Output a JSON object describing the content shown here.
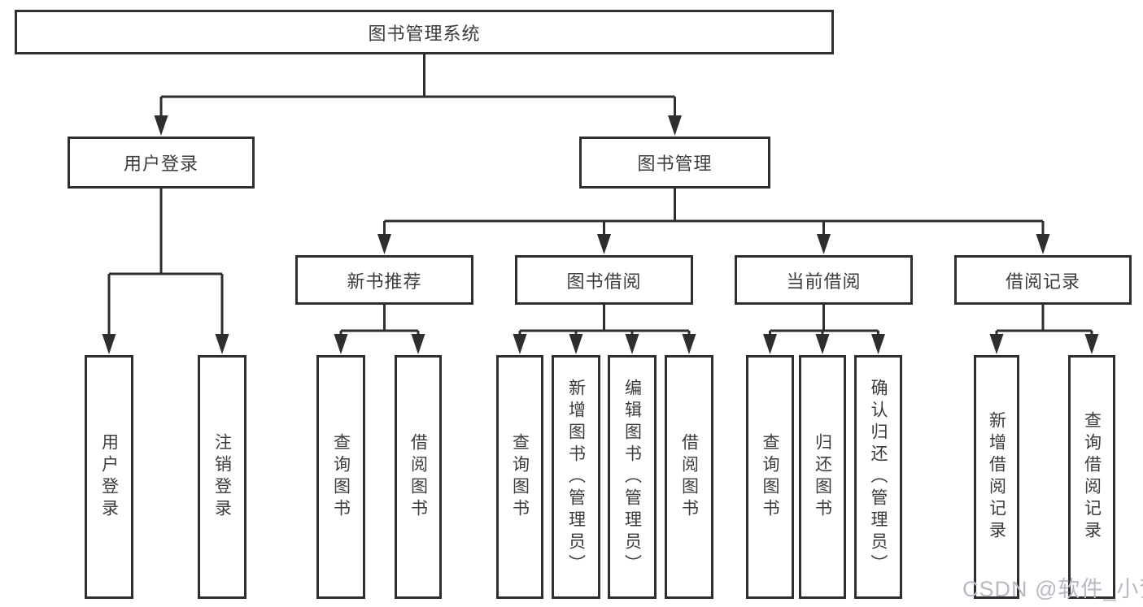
{
  "diagram": {
    "type": "hierarchy-tree",
    "title": "图书管理系统"
  },
  "tree": {
    "root": {
      "label": "图书管理系统"
    },
    "level2": [
      {
        "label": "用户登录"
      },
      {
        "label": "图书管理"
      }
    ],
    "level3": [
      {
        "label": "新书推荐"
      },
      {
        "label": "图书借阅"
      },
      {
        "label": "当前借阅"
      },
      {
        "label": "借阅记录"
      }
    ],
    "leaves": {
      "user_login": [
        "用户登录",
        "注销登录"
      ],
      "new_book": [
        "查询图书",
        "借阅图书"
      ],
      "book_borrow": [
        "查询图书",
        "新增图书（管理员）",
        "编辑图书（管理员）",
        "借阅图书"
      ],
      "current_borrow": [
        "查询图书",
        "归还图书",
        "确认归还（管理员）"
      ],
      "borrow_record": [
        "新增借阅记录",
        "查询借阅记录"
      ]
    }
  },
  "watermark": {
    "text": "CSDN @软件_小贺同学"
  },
  "colors": {
    "background": "#ffffff",
    "line": "#2e2e2e",
    "text": "#3c3c3c",
    "watermark": "#b6bac3"
  }
}
